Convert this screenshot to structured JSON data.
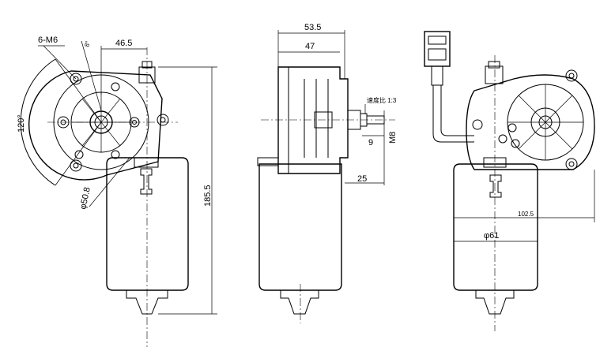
{
  "drawing": {
    "front_view": {
      "thread_label": "6-M6",
      "angle_small": "8°",
      "angle_big": "120°",
      "offset_dim": "46.5",
      "bolt_circle_dim": "φ50.8",
      "height_dim": "185.5"
    },
    "side_view": {
      "overall_depth_dim": "53.5",
      "gearbox_depth_dim": "47",
      "ratio_note": "速度比 1:3",
      "shaft_len_dim": "9",
      "shaft_thread_dim": "M8",
      "shaft_offset_dim": "25"
    },
    "rear_view": {
      "span_dim": "102.5",
      "motor_dia_dim": "φ61"
    }
  }
}
